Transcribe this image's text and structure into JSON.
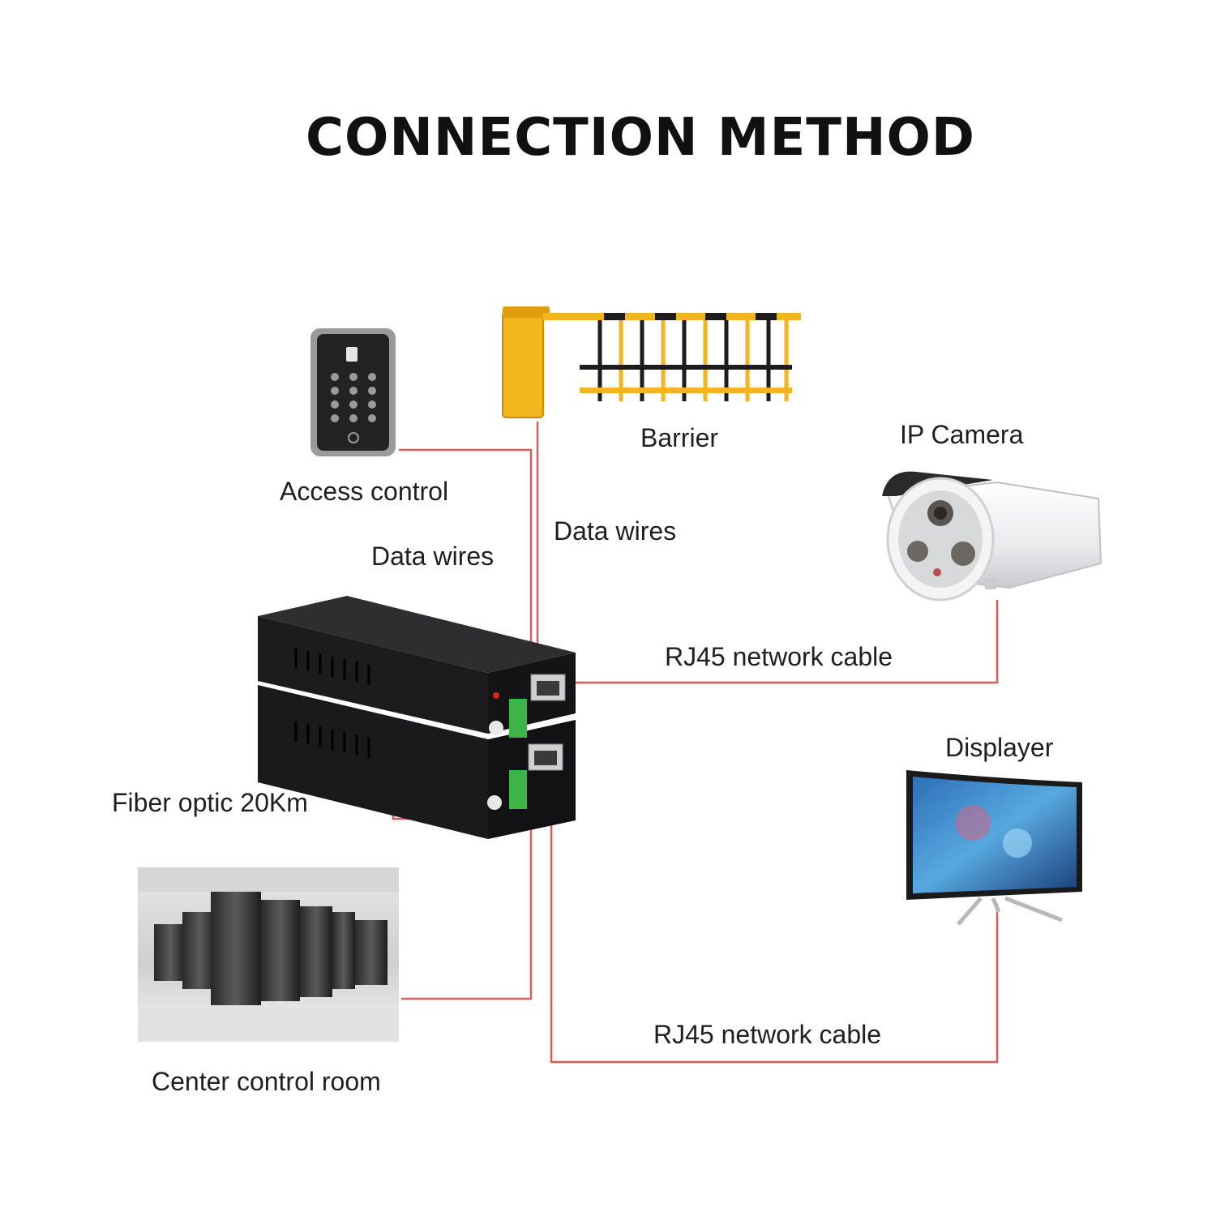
{
  "title": "CONNECTION METHOD",
  "labels": {
    "access_control": "Access control",
    "barrier": "Barrier",
    "ip_camera": "IP Camera",
    "data_wires_left": "Data wires",
    "data_wires_right": "Data wires",
    "rj45_top": "RJ45 network cable",
    "displayer": "Displayer",
    "fiber_optic": "Fiber optic 20Km",
    "center_control_room": "Center control room",
    "rj45_bottom": "RJ45 network cable"
  },
  "colors": {
    "wire": "#d95b5b",
    "converter_body": "#1c1c1e",
    "barrier_yellow": "#f2b51e",
    "terminal_green": "#3bb54a"
  },
  "icons": [
    "access-control-keypad-icon",
    "barrier-gate-icon",
    "ip-camera-icon",
    "media-converter-icon",
    "server-room-icon",
    "displayer-monitor-icon"
  ]
}
